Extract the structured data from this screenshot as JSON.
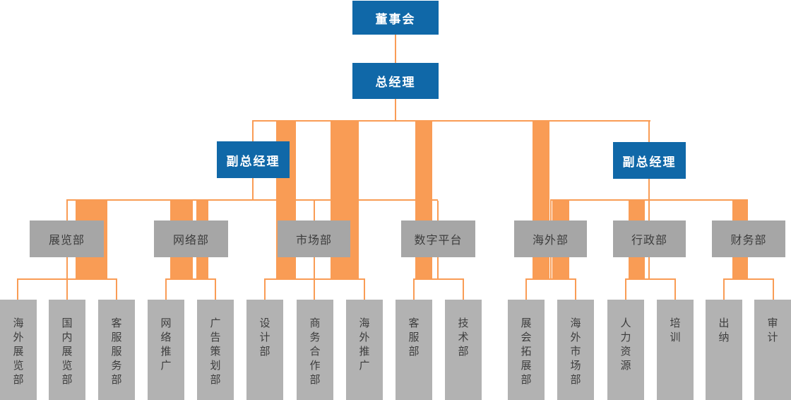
{
  "colors": {
    "connector_orange": "#F99C55",
    "executive_blue": "#1068A8",
    "department_gray": "#A6A6A6",
    "leaf_gray": "#B2B2B2",
    "text_dark": "#3D3D3D",
    "text_light": "#FFFFFF"
  },
  "org_chart": {
    "board": "董事会",
    "general_manager": "总经理",
    "deputy_general_managers": [
      "副总经理",
      "副总经理"
    ],
    "departments": [
      {
        "label": "展览部",
        "children": [
          "海外展览部",
          "国内展览部",
          "客服服务部"
        ]
      },
      {
        "label": "网络部",
        "children": [
          "网络推广",
          "广告策划部"
        ]
      },
      {
        "label": "市场部",
        "children": [
          "设计部",
          "商务合作部",
          "海外推广"
        ]
      },
      {
        "label": "数字平台",
        "children": [
          "客服部",
          "技术部"
        ]
      },
      {
        "label": "海外部",
        "children": [
          "展会拓展部",
          "海外市场部"
        ]
      },
      {
        "label": "行政部",
        "children": [
          "人力资源",
          "培训"
        ]
      },
      {
        "label": "财务部",
        "children": [
          "出纳",
          "审计"
        ]
      }
    ]
  }
}
